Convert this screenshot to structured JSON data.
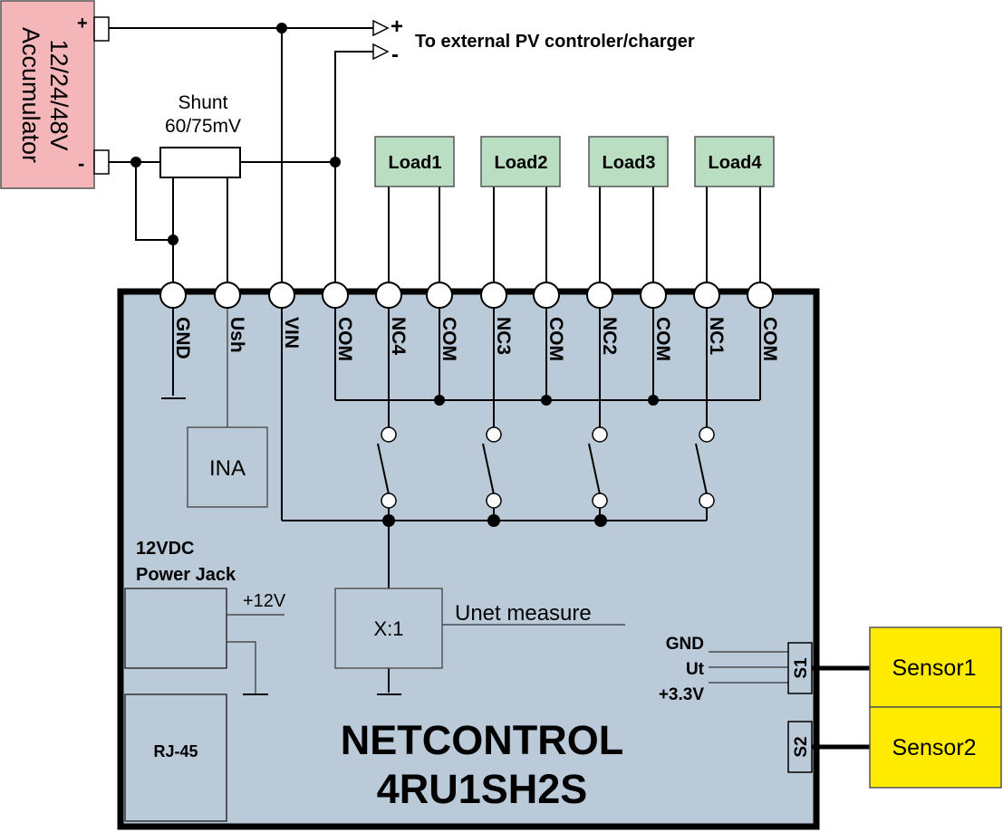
{
  "accumulator": {
    "label_voltage": "12/24/48V",
    "label_name": "Accumulator",
    "plus": "+",
    "minus": "-",
    "fill": "#F4B6B9"
  },
  "shunt": {
    "line1": "Shunt",
    "line2": "60/75mV"
  },
  "external": {
    "plus": "+",
    "minus": "-",
    "label": "To external PV controler/charger"
  },
  "loads": [
    "Load1",
    "Load2",
    "Load3",
    "Load4"
  ],
  "load_fill": "#B9DEC2",
  "terminals": [
    "GND",
    "Ush",
    "VIN",
    "COM",
    "NC4",
    "COM",
    "NC3",
    "COM",
    "NC2",
    "COM",
    "NC1",
    "COM"
  ],
  "board_fill": "#BACAD8",
  "ina": "INA",
  "divider": "X:1",
  "unet": "Unet measure",
  "power_jack": {
    "line1": "12VDC",
    "line2": "Power Jack",
    "v12": "+12V"
  },
  "rj45": "RJ-45",
  "s1_pins": [
    "GND",
    "Ut",
    "+3.3V"
  ],
  "s1": "S1",
  "s2": "S2",
  "sensors": [
    "Sensor1",
    "Sensor2"
  ],
  "sensor_fill": "#FFEB00",
  "title1": "NETCONTROL",
  "title2": "4RU1SH2S"
}
